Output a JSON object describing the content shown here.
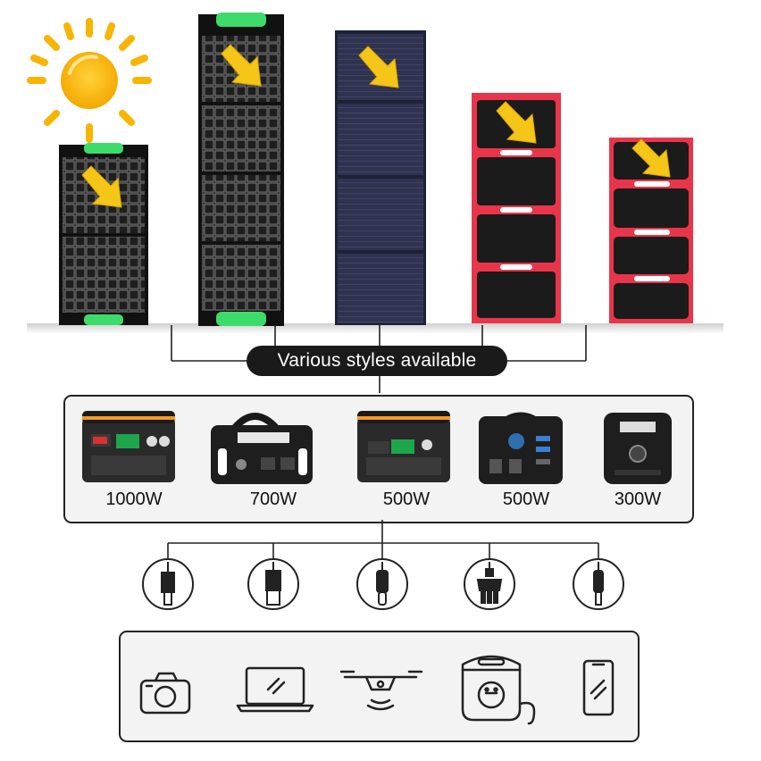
{
  "banner": {
    "label": "Various styles available"
  },
  "stations": [
    {
      "watt": "1000W",
      "icon": "power-station-large-icon"
    },
    {
      "watt": "700W",
      "icon": "power-station-handle-icon"
    },
    {
      "watt": "500W",
      "icon": "power-station-medium-icon"
    },
    {
      "watt": "500W",
      "icon": "power-station-black-icon"
    },
    {
      "watt": "300W",
      "icon": "power-station-small-icon"
    }
  ],
  "connectors": [
    "dc-barrel-plug-icon",
    "usb-a-plug-icon",
    "usb-c-plug-icon",
    "ac-plug-icon",
    "lightning-plug-icon"
  ],
  "devices": [
    "camera-icon",
    "laptop-icon",
    "drone-icon",
    "rice-cooker-icon",
    "phone-icon"
  ],
  "colors": {
    "accent_green": "#3ddc6a",
    "panel_red": "#e8354a",
    "sun_yellow": "#f7b500",
    "arrow_yellow": "#f5c518",
    "panel_navy": "#2b2f4a"
  }
}
